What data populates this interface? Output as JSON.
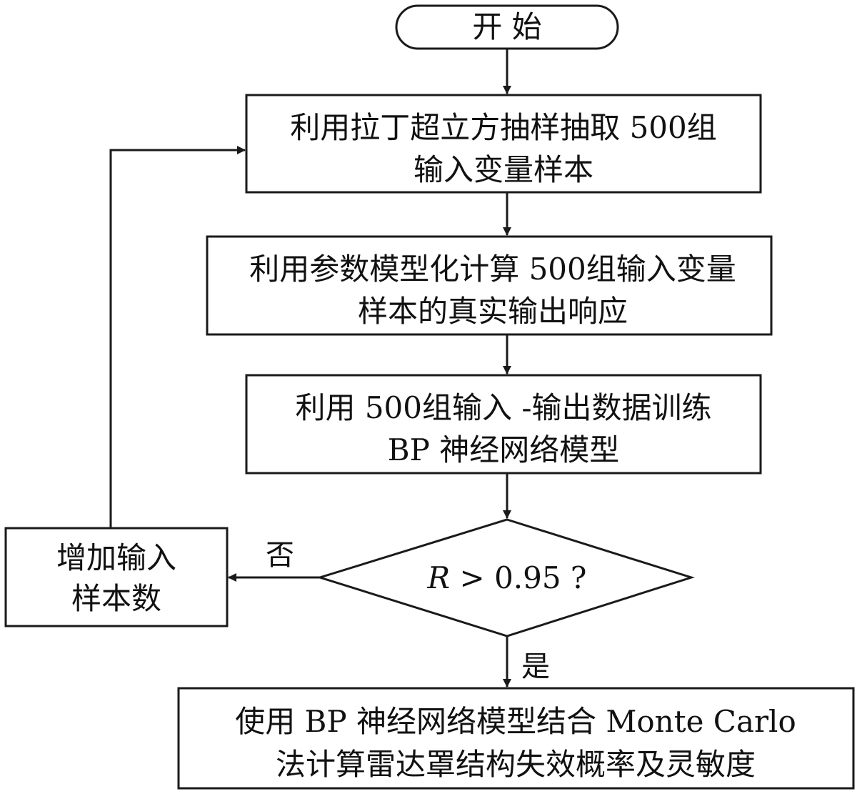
{
  "nodes": {
    "start": {
      "label": "开 始"
    },
    "sample": {
      "line1": "利用拉丁超立方抽样抽取 500组",
      "line2": "输入变量样本"
    },
    "compute": {
      "line1": "利用参数模型化计算 500组输入变量",
      "line2": "样本的真实输出响应"
    },
    "train": {
      "line1": "利用 500组输入 -输出数据训练",
      "line2": "BP 神经网络模型"
    },
    "decision": {
      "var": "R",
      "rest": " > 0.95 ?"
    },
    "increase": {
      "line1": "增加输入",
      "line2": "样本数"
    },
    "final": {
      "line1": "使用 BP 神经网络模型结合 Monte Carlo",
      "line2": "法计算雷达罩结构失效概率及灵敏度"
    }
  },
  "edges": {
    "no_label": "否",
    "yes_label": "是"
  },
  "colors": {
    "stroke": "#1a1a1a",
    "text": "#111111",
    "background": "#ffffff"
  }
}
